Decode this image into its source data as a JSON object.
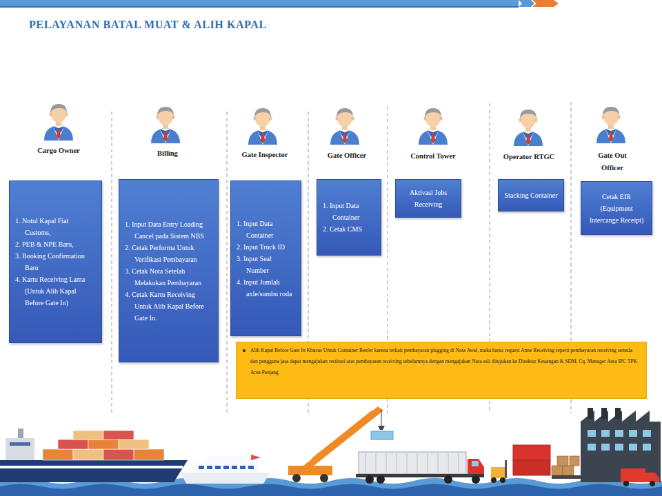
{
  "diagram": {
    "title": "PELAYANAN BATAL MUAT & ALIH KAPAL",
    "nodes": [
      {
        "text": [
          "Cargo Owner",
          "1. Notul Kapal Fiat Customs,",
          "2. PEB & NPE Baru,",
          "3. Booking Confirmation Baru",
          "4. Kartu Receiving Lama (Untuk Alih Kapal Before Gate In)"
        ]
      },
      {
        "text": [
          "Billing",
          "1. Input Data Entry Loading Cancel pada Sistem NBS",
          "2. Cetak Performa Untuk Verifikasi Pembayaran",
          "3. Cetak Nota Setelah Melakukan Pembayaran",
          "4. Cetak Kartu Receiving Untuk Alih Kapal Before Gate In."
        ]
      },
      {
        "text": [
          "Gate Inspector",
          "1. Input Data Container",
          "2. Input Truck ID",
          "3. Input Seal Number",
          "4. Input Jumlah axle/sumbu roda"
        ]
      },
      {
        "text": [
          "Gate Officer",
          "1. Input Data Container",
          "2. Cetak CMS"
        ]
      },
      {
        "text": [
          "Control Tower",
          "Aktivasi Jobs Receiving"
        ]
      },
      {
        "text": [
          "Operator RTGC",
          "Stacking Container"
        ]
      },
      {
        "text": [
          "Gate Out Officer",
          "Cetak EIR (Equipment Intercange Receipt)"
        ]
      },
      {
        "text": [
          "Alih Kapal Before Gate In Khusus Untuk Container Reefer karena terkait pembayaran plugging di Nota Awal, maka harus request Anne Receiving seperti pembayaran receiving semula dan pengguna jasa dapat mengajukan restitusi atas pembayaran receiving sebelumnya dengan mengajukan Nota asli ditujukan ke Direktur Keuangan & SDM, Cq. Manager Area IPC TPK Area Panjang."
        ]
      }
    ]
  }
}
